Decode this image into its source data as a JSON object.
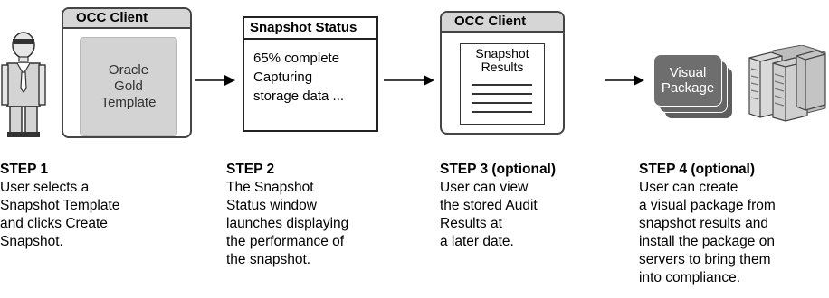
{
  "step1": {
    "window_title": "OCC Client",
    "template_lines": [
      "Oracle",
      "Gold",
      "Template"
    ],
    "title": "STEP 1",
    "desc": [
      "User selects a",
      "Snapshot Template",
      "and clicks Create",
      "Snapshot."
    ]
  },
  "step2": {
    "window_title": "Snapshot Status",
    "status_lines": [
      "65% complete",
      "Capturing",
      "storage data ..."
    ],
    "title": "STEP 2",
    "desc": [
      "The Snapshot",
      "Status window",
      "launches displaying",
      "the performance of",
      "the snapshot."
    ]
  },
  "step3": {
    "window_title": "OCC Client",
    "doc_lines": [
      "Snapshot",
      "Results"
    ],
    "title": "STEP 3 (optional)",
    "desc": [
      "User can view",
      "the stored Audit",
      "Results at",
      "a later date."
    ]
  },
  "step4": {
    "package_lines": [
      "Visual",
      "Package"
    ],
    "title": "STEP 4 (optional)",
    "desc": [
      "User can create",
      "a visual package from",
      "snapshot results and",
      "install the package on",
      "servers to bring them",
      "into compliance."
    ]
  },
  "icons": [
    "user-icon",
    "arrow-right-icon",
    "document-icon",
    "server-rack-icon"
  ],
  "colors": {
    "window_border": "#444444",
    "title_bar": "#d6d6d6",
    "template_fill": "#d3d3d3",
    "package_fill": "#6e6e6e",
    "server_fill": "#c9c9c9"
  }
}
